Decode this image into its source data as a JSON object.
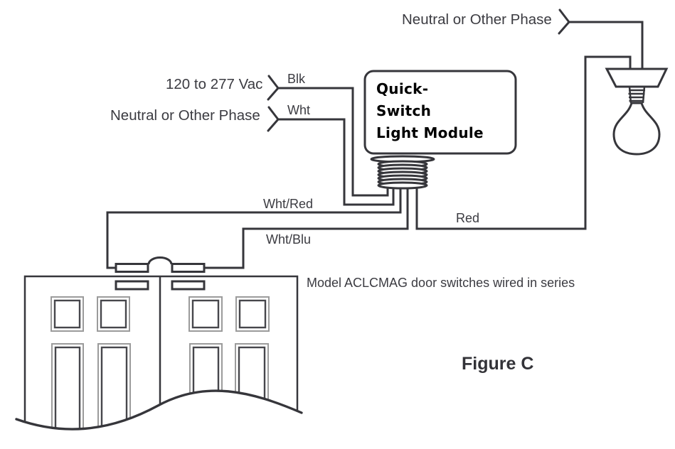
{
  "figure": {
    "source_labels": {
      "top_neutral": "Neutral or Other Phase",
      "vac": "120 to 277 Vac",
      "left_neutral": "Neutral or Other Phase"
    },
    "wire_labels": {
      "blk": "Blk",
      "wht": "Wht",
      "wht_red": "Wht/Red",
      "wht_blu": "Wht/Blu",
      "red": "Red"
    },
    "module": {
      "line1": "Quick-",
      "line2": "Switch",
      "line3": "Light Module"
    },
    "caption": "Model ACLCMAG door switches wired in series",
    "figure_label": "Figure C",
    "colors": {
      "line": "#36363b",
      "module_text": "#000000",
      "frame_gray": "#9b9b9b"
    }
  }
}
